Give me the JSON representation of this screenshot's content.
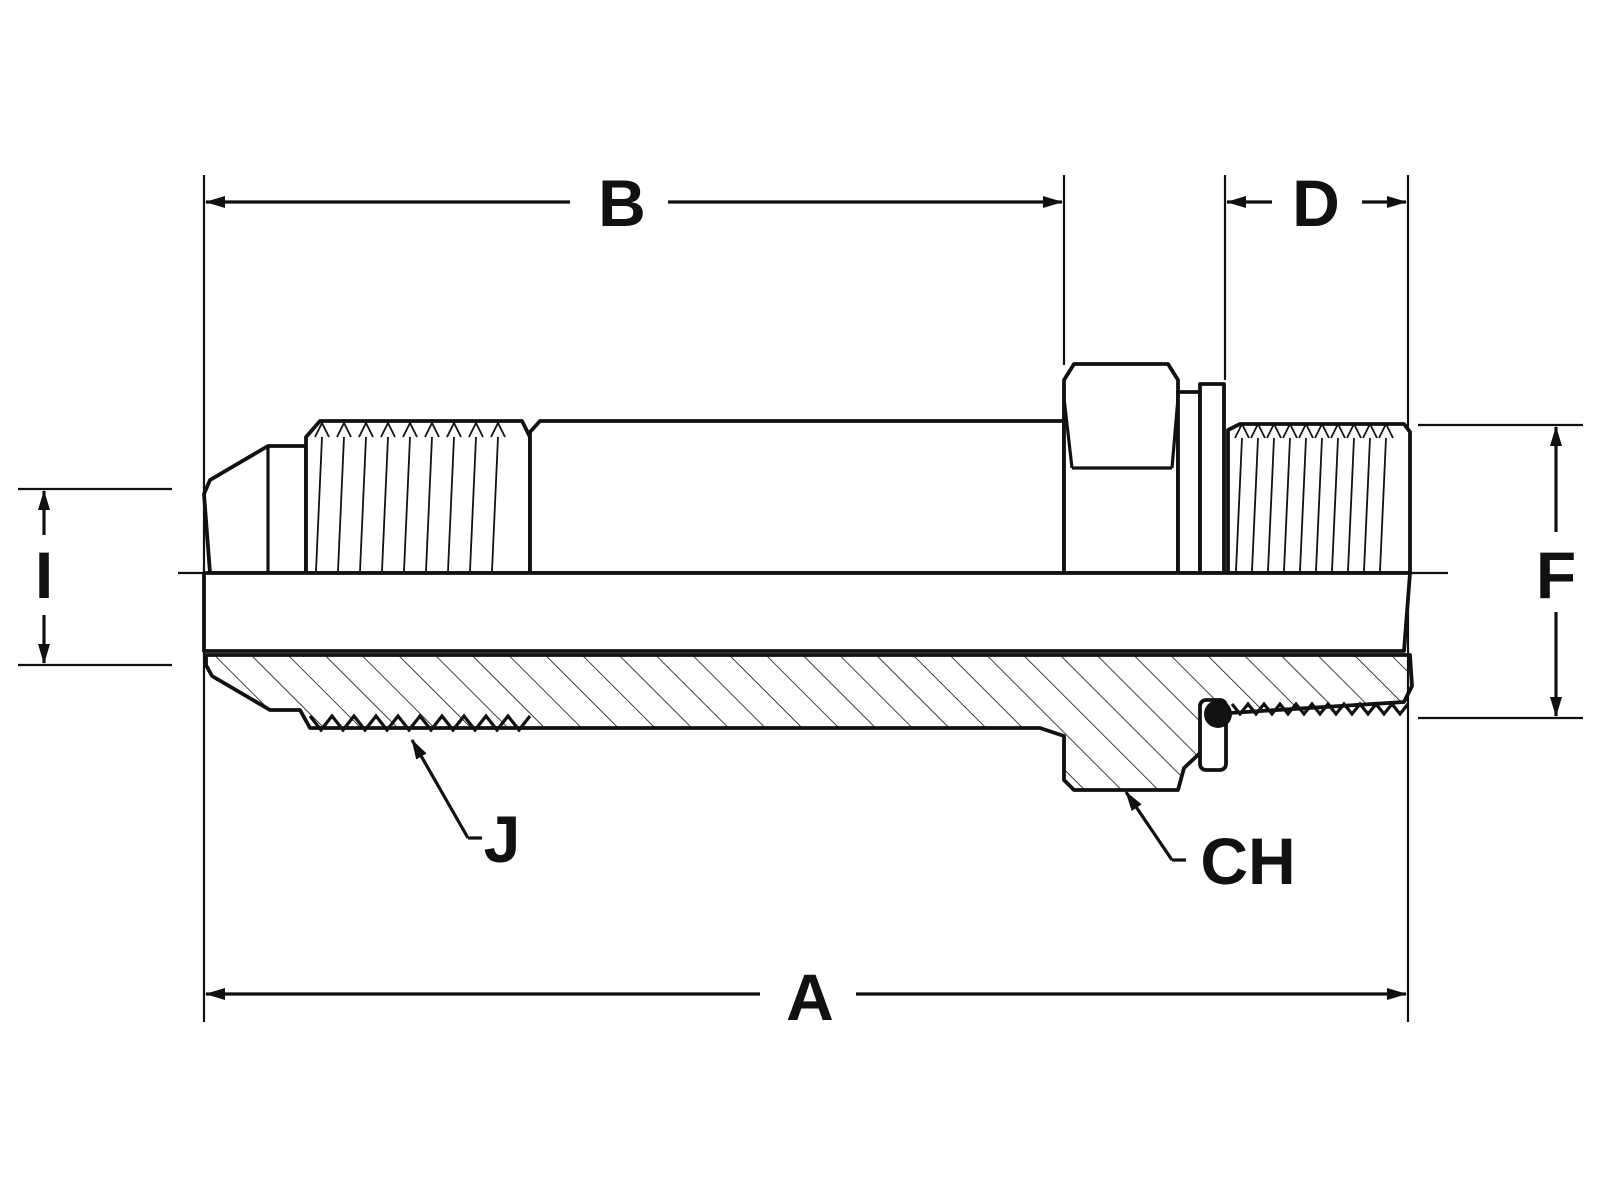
{
  "drawing": {
    "labels": {
      "a": "A",
      "b": "B",
      "d": "D",
      "f": "F",
      "i": "I",
      "j": "J",
      "ch": "CH"
    },
    "colors": {
      "ink": "#111111",
      "background": "#ffffff"
    }
  }
}
